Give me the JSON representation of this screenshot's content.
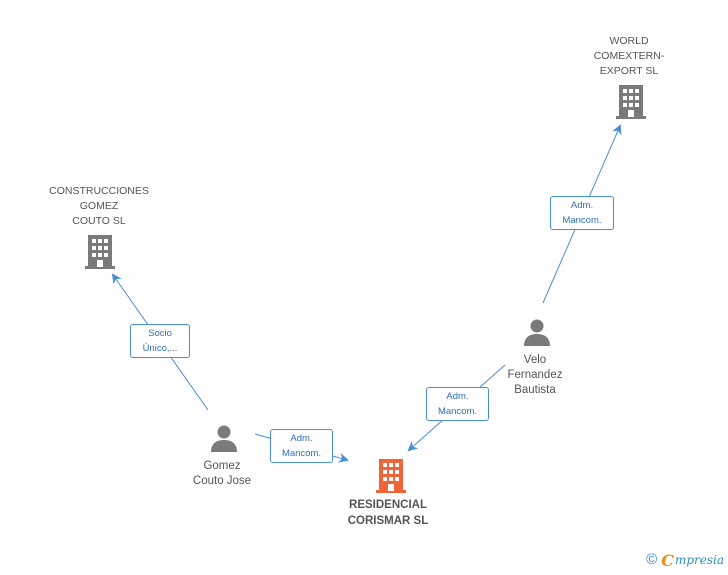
{
  "nodes": {
    "world": {
      "lines": [
        "WORLD",
        "COMEXTERN-",
        "EXPORT SL"
      ],
      "icon": "building-icon",
      "color": "#7a7a7a"
    },
    "construcciones": {
      "lines": [
        "CONSTRUCCIONES",
        "GOMEZ",
        "COUTO SL"
      ],
      "icon": "building-icon",
      "color": "#7a7a7a"
    },
    "velo": {
      "lines": [
        "Velo",
        "Fernandez",
        "Bautista"
      ],
      "icon": "person-icon",
      "color": "#7a7a7a"
    },
    "gomez": {
      "lines": [
        "Gomez",
        "Couto Jose"
      ],
      "icon": "person-icon",
      "color": "#7a7a7a"
    },
    "residencial": {
      "lines": [
        "RESIDENCIAL",
        "CORISMAR SL"
      ],
      "icon": "building-icon",
      "color": "#f0643a"
    }
  },
  "edges": {
    "velo_world": {
      "lines": [
        "Adm.",
        "Mancom."
      ]
    },
    "gomez_construcciones": {
      "lines": [
        "Socio",
        "Único,..."
      ]
    },
    "gomez_residencial": {
      "lines": [
        "Adm.",
        "Mancom."
      ]
    },
    "velo_residencial": {
      "lines": [
        "Adm.",
        "Mancom."
      ]
    }
  },
  "colors": {
    "edge": "#4a8ed8",
    "edge_text": "#2f6fb8"
  },
  "footer": {
    "copyright": "©",
    "brand_initial": "C",
    "brand_rest": "mpresia"
  }
}
